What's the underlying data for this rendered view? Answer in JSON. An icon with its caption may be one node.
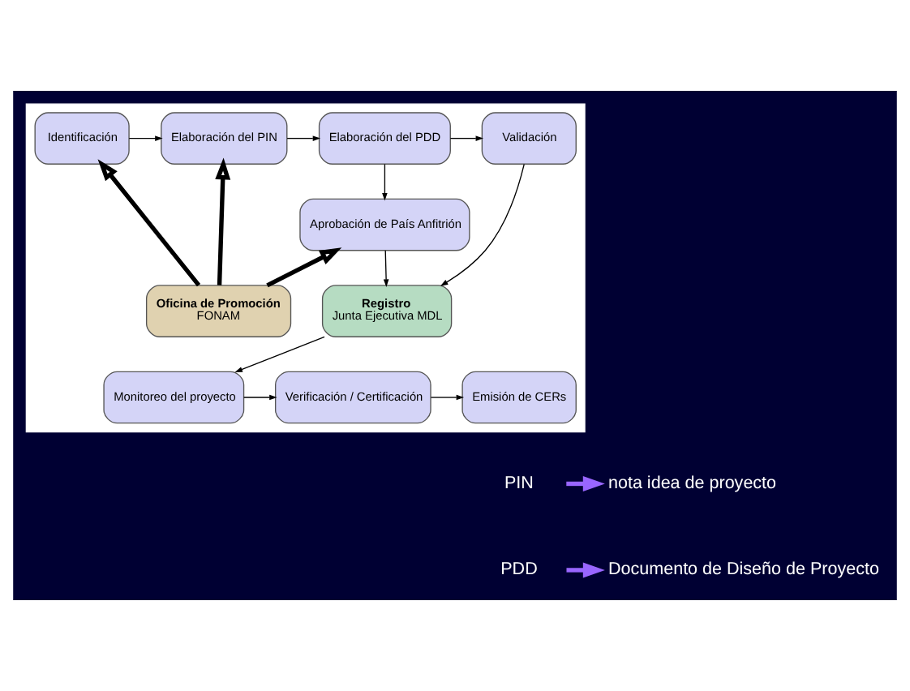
{
  "diagram": {
    "nodes": [
      {
        "text": [],
        "shape": "box"
      },
      {
        "text": [
          "Identificación"
        ],
        "in": 0
      },
      {
        "text": [
          "Elaboración del PIN"
        ],
        "in": 0
      },
      {
        "text": [
          "Elaboración del PDD"
        ],
        "in": 0
      },
      {
        "text": [
          "Validación"
        ],
        "in": 0
      },
      {
        "text": [
          "Aprobación de País Anfitrión"
        ],
        "in": 0
      },
      {
        "text": [
          "Registro",
          "Junta Ejecutiva MDL"
        ],
        "in": 0
      },
      {
        "text": [
          "Monitoreo del proyecto"
        ],
        "in": 0
      },
      {
        "text": [
          "Verificación / Certificación"
        ],
        "in": 0
      },
      {
        "text": [
          "Emisión de CERs"
        ],
        "in": 0
      },
      {
        "text": [
          "Oficina de Promoción",
          "FONAM"
        ],
        "in": 0
      },
      {
        "text": [
          "PIN"
        ]
      },
      {
        "text": [
          "nota idea de proyecto"
        ]
      },
      {
        "text": [
          "PDD"
        ]
      },
      {
        "text": [
          "Documento de Diseño de Proyecto"
        ]
      }
    ],
    "edges": [
      {
        "from": 1,
        "to": 2,
        "arrow": "to"
      },
      {
        "from": 2,
        "to": 3,
        "arrow": "to"
      },
      {
        "from": 3,
        "to": 4,
        "arrow": "to"
      },
      {
        "from": 3,
        "to": 5,
        "arrow": "to"
      },
      {
        "from": 4,
        "to": 6,
        "arrow": "to"
      },
      {
        "from": 5,
        "to": 6,
        "arrow": "to"
      },
      {
        "from": 6,
        "to": 7,
        "arrow": "to"
      },
      {
        "from": 7,
        "to": 8,
        "arrow": "to"
      },
      {
        "from": 8,
        "to": 9,
        "arrow": "to"
      },
      {
        "from": 10,
        "to": 1,
        "arrow": "to",
        "style": "thick"
      },
      {
        "from": 10,
        "to": 2,
        "arrow": "to",
        "style": "thick"
      },
      {
        "from": 10,
        "to": 5,
        "arrow": "to",
        "style": "thick"
      },
      {
        "from": 11,
        "to": 12,
        "arrow": "to",
        "style": "thick",
        "color": "#9966ff"
      },
      {
        "from": 13,
        "to": 14,
        "arrow": "to",
        "style": "thick",
        "color": "#9966ff"
      }
    ]
  }
}
